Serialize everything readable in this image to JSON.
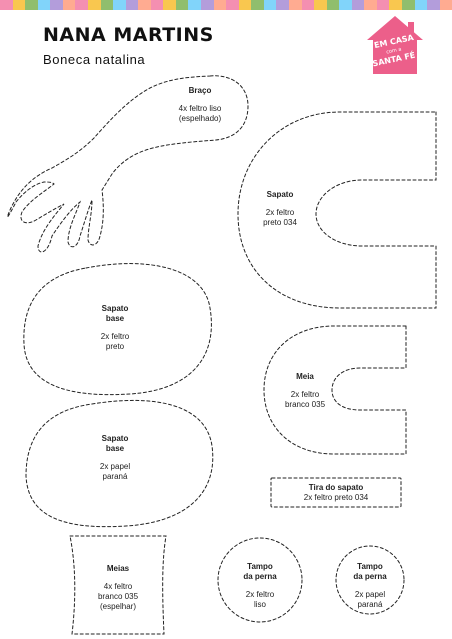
{
  "header": {
    "title": "NANA MARTINS",
    "subtitle": "Boneca natalina",
    "stripe_colors": [
      "#f48fb1",
      "#f9c74f",
      "#90be6d",
      "#81d4fa",
      "#b39ddb",
      "#ffab91"
    ]
  },
  "logo": {
    "color": "#ec5f8a",
    "line1": "EM CASA",
    "line2": "com a",
    "line3": "SANTA FÉ"
  },
  "pieces": {
    "braco": {
      "name": "Braço",
      "l1": "4x feltro liso",
      "l2": "(espelhado)"
    },
    "sapato": {
      "name": "Sapato",
      "l1": "2x feltro",
      "l2": "preto 034"
    },
    "sapato_base_feltro": {
      "name1": "Sapato",
      "name2": "base",
      "l1": "2x feltro",
      "l2": "preto"
    },
    "meia": {
      "name": "Meia",
      "l1": "2x feltro",
      "l2": "branco 035"
    },
    "sapato_base_papel": {
      "name1": "Sapato",
      "name2": "base",
      "l1": "2x papel",
      "l2": "paraná"
    },
    "tira": {
      "name": "Tira do sapato",
      "l1": "2x feltro preto 034"
    },
    "meias": {
      "name": "Meias",
      "l1": "4x feltro",
      "l2": "branco 035",
      "l3": "(espelhar)"
    },
    "tampo_feltro": {
      "name1": "Tampo",
      "name2": "da perna",
      "l1": "2x feltro",
      "l2": "liso"
    },
    "tampo_papel": {
      "name1": "Tampo",
      "name2": "da perna",
      "l1": "2x papel",
      "l2": "paraná"
    }
  }
}
